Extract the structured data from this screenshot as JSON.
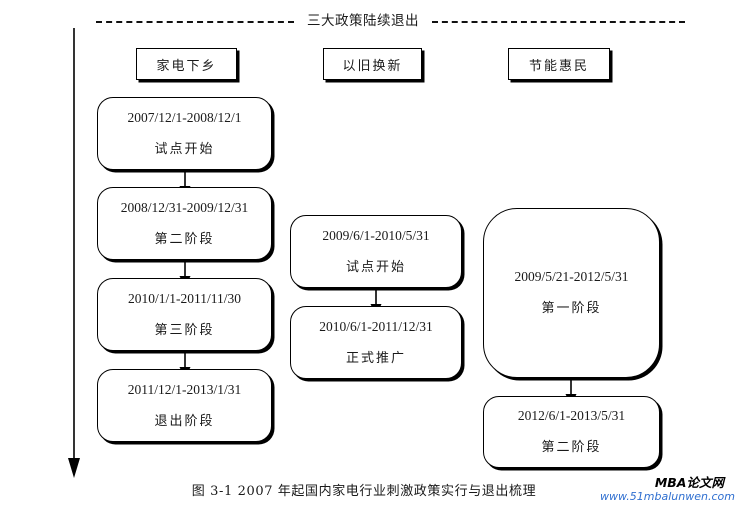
{
  "header": {
    "title": "三大政策陆续退出",
    "rule_style": "dashed"
  },
  "timeline": {
    "direction": "down",
    "name": "time-axis-arrow"
  },
  "columns": [
    {
      "id": "jiadian-xiaxiang",
      "category": "家电下乡",
      "stages": [
        {
          "date": "2007/12/1-2008/12/1",
          "label": "试点开始"
        },
        {
          "date": "2008/12/31-2009/12/31",
          "label": "第二阶段"
        },
        {
          "date": "2010/1/1-2011/11/30",
          "label": "第三阶段"
        },
        {
          "date": "2011/12/1-2013/1/31",
          "label": "退出阶段"
        }
      ]
    },
    {
      "id": "yijiu-huanxin",
      "category": "以旧换新",
      "stages": [
        {
          "date": "2009/6/1-2010/5/31",
          "label": "试点开始"
        },
        {
          "date": "2010/6/1-2011/12/31",
          "label": "正式推广"
        }
      ]
    },
    {
      "id": "jieneng-huimin",
      "category": "节能惠民",
      "stages": [
        {
          "date": "2009/5/21-2012/5/31",
          "label": "第一阶段"
        },
        {
          "date": "2012/6/1-2013/5/31",
          "label": "第二阶段"
        }
      ]
    }
  ],
  "caption": "图 3-1  2007 年起国内家电行业刺激政策实行与退出梳理",
  "watermark": {
    "title": "MBA论文网",
    "url": "www.51mbalunwen.com",
    "url_color": "#2f6fd0"
  }
}
